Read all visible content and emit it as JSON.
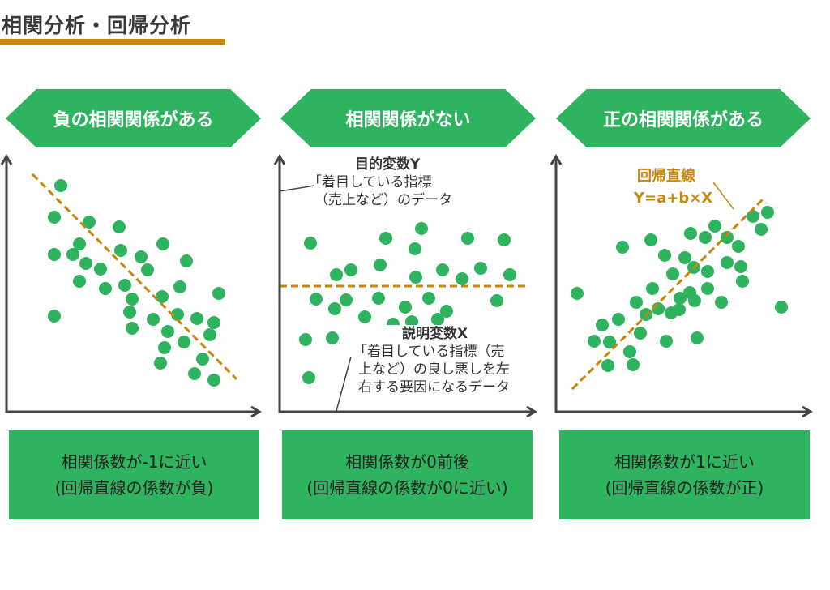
{
  "title": "相関分析・回帰分析",
  "colors": {
    "green": "#2eb35f",
    "accent": "#c8860a",
    "axis": "#444444"
  },
  "panels": [
    {
      "banner": "負の相関関係がある",
      "box_line1": "相関係数が-1に近い",
      "box_line2": "(回帰直線の係数が負)"
    },
    {
      "banner": "相関関係がない",
      "box_line1": "相関係数が0前後",
      "box_line2": "(回帰直線の係数が0に近い)"
    },
    {
      "banner": "正の相関関係がある",
      "box_line1": "相関係数が1に近い",
      "box_line2": "(回帰直線の係数が正)"
    }
  ],
  "annotations": {
    "y_title": "目的変数Y",
    "y_line1": "「着目している指標",
    "y_line2": "（売上など）のデータ",
    "x_title": "説明変数X",
    "x_line1": "「着目している指標（売",
    "x_line2": "上など）の良し悪しを左",
    "x_line3": "右する要因になるデータ",
    "reg_title": "回帰直線",
    "reg_formula": "Y=a+b×X"
  }
}
